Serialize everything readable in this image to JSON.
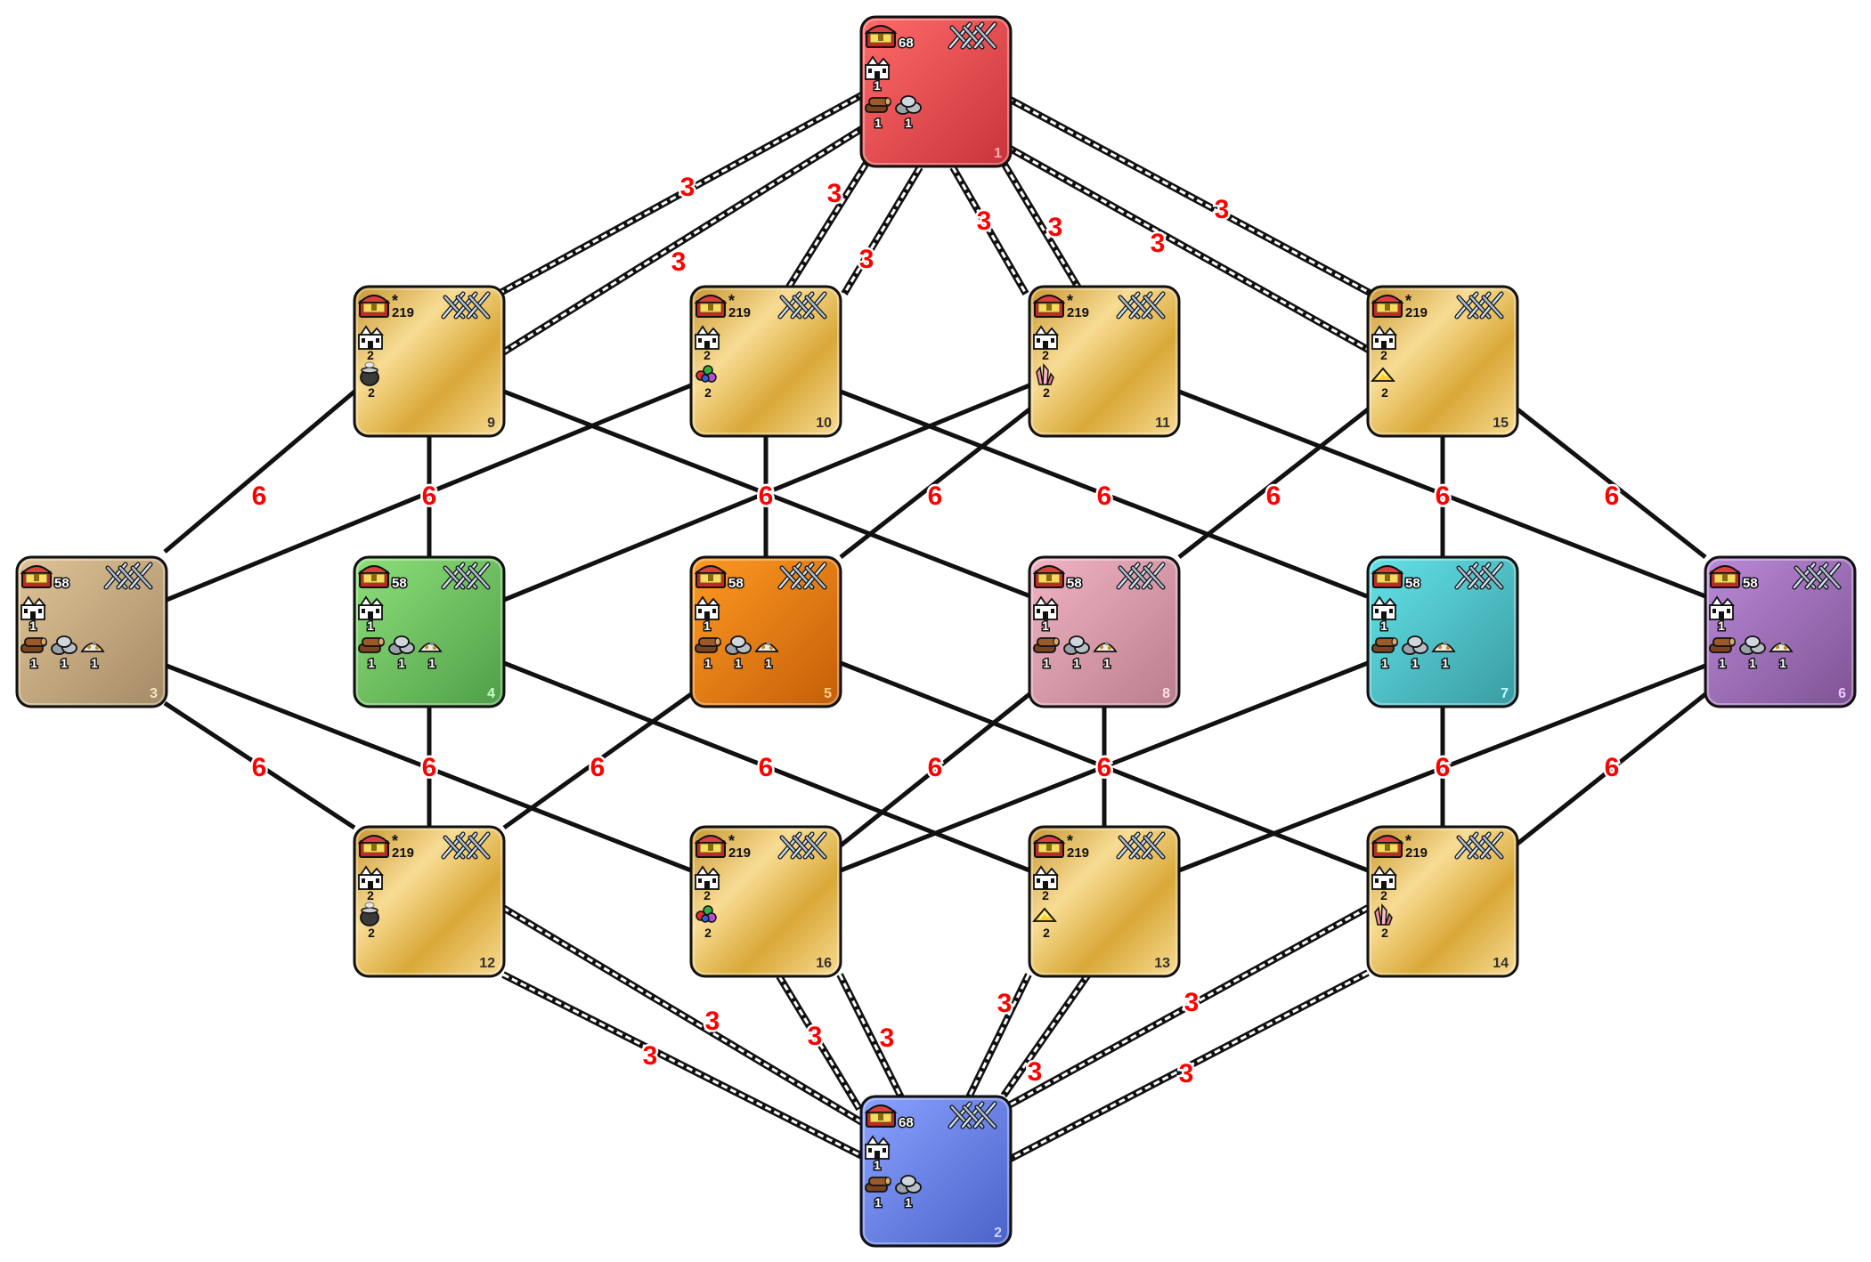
{
  "colors": {
    "red": [
      "#ff6a6a",
      "#c8333a"
    ],
    "blue": [
      "#8aa2ff",
      "#4a62c8"
    ],
    "tan": [
      "#e0c496",
      "#a58a67"
    ],
    "green": [
      "#8ee07a",
      "#4f9e48"
    ],
    "orange": [
      "#ff9a22",
      "#c45e08"
    ],
    "pink": [
      "#f2b4c4",
      "#b97d8c"
    ],
    "cyan": [
      "#62e4e8",
      "#3a9aa2"
    ],
    "purple": [
      "#bb8ad8",
      "#7e5294"
    ],
    "gold": [
      "#f8dc94",
      "#c89630"
    ],
    "border": "#111111",
    "link_label": "#ff0000"
  },
  "territories": [
    {
      "id": "1",
      "color": "red",
      "gold": "68",
      "star": false,
      "buildings": "1",
      "resources": [
        {
          "icon": "wood-icon",
          "value": "1"
        },
        {
          "icon": "stone-icon",
          "value": "1"
        }
      ]
    },
    {
      "id": "2",
      "color": "blue",
      "gold": "68",
      "star": false,
      "buildings": "1",
      "resources": [
        {
          "icon": "wood-icon",
          "value": "1"
        },
        {
          "icon": "stone-icon",
          "value": "1"
        }
      ]
    },
    {
      "id": "3",
      "color": "tan",
      "gold": "58",
      "star": false,
      "buildings": "1",
      "resources": [
        {
          "icon": "wood-icon",
          "value": "1"
        },
        {
          "icon": "stone-icon",
          "value": "1"
        },
        {
          "icon": "ore-icon",
          "value": "1"
        }
      ]
    },
    {
      "id": "4",
      "color": "green",
      "gold": "58",
      "star": false,
      "buildings": "1",
      "resources": [
        {
          "icon": "wood-icon",
          "value": "1"
        },
        {
          "icon": "stone-icon",
          "value": "1"
        },
        {
          "icon": "ore-icon",
          "value": "1"
        }
      ]
    },
    {
      "id": "5",
      "color": "orange",
      "gold": "58",
      "star": false,
      "buildings": "1",
      "resources": [
        {
          "icon": "wood-icon",
          "value": "1"
        },
        {
          "icon": "stone-icon",
          "value": "1"
        },
        {
          "icon": "ore-icon",
          "value": "1"
        }
      ]
    },
    {
      "id": "8",
      "color": "pink",
      "gold": "58",
      "star": false,
      "buildings": "1",
      "resources": [
        {
          "icon": "wood-icon",
          "value": "1"
        },
        {
          "icon": "stone-icon",
          "value": "1"
        },
        {
          "icon": "ore-icon",
          "value": "1"
        }
      ]
    },
    {
      "id": "7",
      "color": "cyan",
      "gold": "58",
      "star": false,
      "buildings": "1",
      "resources": [
        {
          "icon": "wood-icon",
          "value": "1"
        },
        {
          "icon": "stone-icon",
          "value": "1"
        },
        {
          "icon": "ore-icon",
          "value": "1"
        }
      ]
    },
    {
      "id": "6",
      "color": "purple",
      "gold": "58",
      "star": false,
      "buildings": "1",
      "resources": [
        {
          "icon": "wood-icon",
          "value": "1"
        },
        {
          "icon": "stone-icon",
          "value": "1"
        },
        {
          "icon": "ore-icon",
          "value": "1"
        }
      ]
    },
    {
      "id": "9",
      "color": "gold",
      "gold": "219",
      "star": true,
      "buildings": "2",
      "resources": [
        {
          "icon": "cauldron-icon",
          "value": "2"
        }
      ]
    },
    {
      "id": "10",
      "color": "gold",
      "gold": "219",
      "star": true,
      "buildings": "2",
      "resources": [
        {
          "icon": "gems-icon",
          "value": "2"
        }
      ]
    },
    {
      "id": "11",
      "color": "gold",
      "gold": "219",
      "star": true,
      "buildings": "2",
      "resources": [
        {
          "icon": "crystal-icon",
          "value": "2"
        }
      ]
    },
    {
      "id": "15",
      "color": "gold",
      "gold": "219",
      "star": true,
      "buildings": "2",
      "resources": [
        {
          "icon": "sulfur-icon",
          "value": "2"
        }
      ]
    },
    {
      "id": "12",
      "color": "gold",
      "gold": "219",
      "star": true,
      "buildings": "2",
      "resources": [
        {
          "icon": "cauldron-icon",
          "value": "2"
        }
      ]
    },
    {
      "id": "16",
      "color": "gold",
      "gold": "219",
      "star": true,
      "buildings": "2",
      "resources": [
        {
          "icon": "gems-icon",
          "value": "2"
        }
      ]
    },
    {
      "id": "13",
      "color": "gold",
      "gold": "219",
      "star": true,
      "buildings": "2",
      "resources": [
        {
          "icon": "sulfur-icon",
          "value": "2"
        }
      ]
    },
    {
      "id": "14",
      "color": "gold",
      "gold": "219",
      "star": true,
      "buildings": "2",
      "resources": [
        {
          "icon": "crystal-icon",
          "value": "2"
        }
      ]
    }
  ],
  "star_symbol": "*",
  "links": [
    {
      "from": "1",
      "to": "9",
      "value": "3",
      "style": "road"
    },
    {
      "from": "1",
      "to": "9",
      "value": "3",
      "style": "road"
    },
    {
      "from": "1",
      "to": "10",
      "value": "3",
      "style": "road"
    },
    {
      "from": "1",
      "to": "10",
      "value": "3",
      "style": "road"
    },
    {
      "from": "1",
      "to": "11",
      "value": "3",
      "style": "road"
    },
    {
      "from": "1",
      "to": "11",
      "value": "3",
      "style": "road"
    },
    {
      "from": "1",
      "to": "15",
      "value": "3",
      "style": "road"
    },
    {
      "from": "1",
      "to": "15",
      "value": "3",
      "style": "road"
    },
    {
      "from": "2",
      "to": "12",
      "value": "3",
      "style": "road"
    },
    {
      "from": "2",
      "to": "12",
      "value": "3",
      "style": "road"
    },
    {
      "from": "2",
      "to": "16",
      "value": "3",
      "style": "road"
    },
    {
      "from": "2",
      "to": "16",
      "value": "3",
      "style": "road"
    },
    {
      "from": "2",
      "to": "13",
      "value": "3",
      "style": "road"
    },
    {
      "from": "2",
      "to": "13",
      "value": "3",
      "style": "road"
    },
    {
      "from": "2",
      "to": "14",
      "value": "3",
      "style": "road"
    },
    {
      "from": "2",
      "to": "14",
      "value": "3",
      "style": "road"
    },
    {
      "from": "9",
      "to": "3",
      "value": "6",
      "style": "plain"
    },
    {
      "from": "9",
      "to": "4",
      "value": "6",
      "style": "plain"
    },
    {
      "from": "9",
      "to": "8",
      "value": "6",
      "style": "plain"
    },
    {
      "from": "10",
      "to": "3",
      "value": "6",
      "style": "plain"
    },
    {
      "from": "10",
      "to": "5",
      "value": "6",
      "style": "plain"
    },
    {
      "from": "10",
      "to": "7",
      "value": "6",
      "style": "plain"
    },
    {
      "from": "11",
      "to": "4",
      "value": "6",
      "style": "plain"
    },
    {
      "from": "11",
      "to": "5",
      "value": "6",
      "style": "plain"
    },
    {
      "from": "11",
      "to": "6",
      "value": "6",
      "style": "plain"
    },
    {
      "from": "15",
      "to": "8",
      "value": "6",
      "style": "plain"
    },
    {
      "from": "15",
      "to": "7",
      "value": "6",
      "style": "plain"
    },
    {
      "from": "15",
      "to": "6",
      "value": "6",
      "style": "plain"
    },
    {
      "from": "3",
      "to": "12",
      "value": "6",
      "style": "plain"
    },
    {
      "from": "3",
      "to": "16",
      "value": "6",
      "style": "plain"
    },
    {
      "from": "4",
      "to": "12",
      "value": "6",
      "style": "plain"
    },
    {
      "from": "4",
      "to": "13",
      "value": "6",
      "style": "plain"
    },
    {
      "from": "5",
      "to": "12",
      "value": "6",
      "style": "plain"
    },
    {
      "from": "5",
      "to": "14",
      "value": "6",
      "style": "plain"
    },
    {
      "from": "8",
      "to": "16",
      "value": "6",
      "style": "plain"
    },
    {
      "from": "8",
      "to": "13",
      "value": "6",
      "style": "plain"
    },
    {
      "from": "7",
      "to": "16",
      "value": "6",
      "style": "plain"
    },
    {
      "from": "7",
      "to": "14",
      "value": "6",
      "style": "plain"
    },
    {
      "from": "6",
      "to": "13",
      "value": "6",
      "style": "plain"
    },
    {
      "from": "6",
      "to": "14",
      "value": "6",
      "style": "plain"
    }
  ]
}
